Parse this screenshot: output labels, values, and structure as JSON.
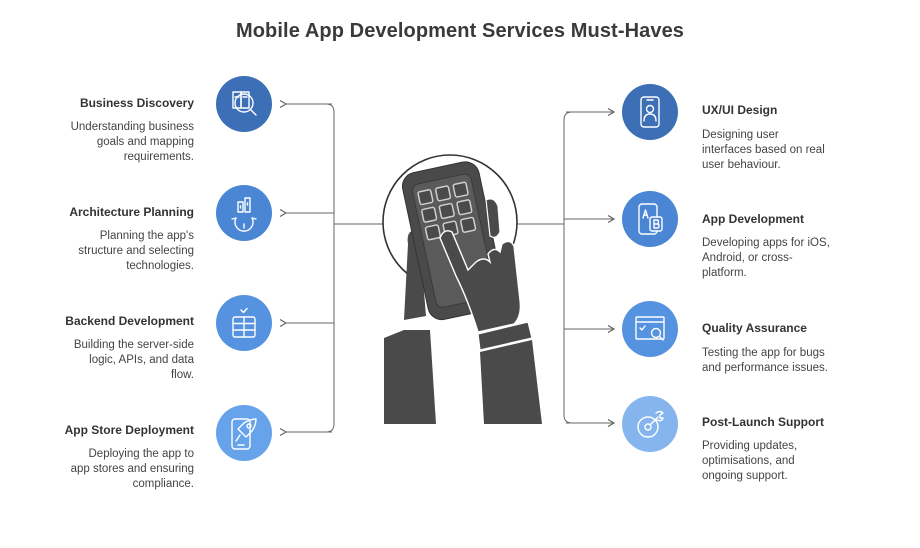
{
  "title": "Mobile App Development Services Must-Haves",
  "left_items": [
    {
      "title": "Business Discovery",
      "desc": [
        "Understanding business",
        "goals and mapping",
        "requirements."
      ],
      "icon": "document-search-icon",
      "color": "#3c6fb6"
    },
    {
      "title": "Architecture Planning",
      "desc": [
        "Planning the app's",
        "structure and selecting",
        "technologies."
      ],
      "icon": "gear-structure-icon",
      "color": "#4a86d4"
    },
    {
      "title": "Backend Development",
      "desc": [
        "Building the server-side",
        "logic, APIs, and data",
        "flow."
      ],
      "icon": "server-database-icon",
      "color": "#5593e0"
    },
    {
      "title": "App Store Deployment",
      "desc": [
        "Deploying the app to",
        "app stores and ensuring",
        "compliance."
      ],
      "icon": "phone-rocket-icon",
      "color": "#67a3ea"
    }
  ],
  "right_items": [
    {
      "title": "UX/UI Design",
      "desc": [
        "Designing user",
        "interfaces based on real",
        "user behaviour."
      ],
      "icon": "phone-user-icon",
      "color": "#3c6fb6"
    },
    {
      "title": "App Development",
      "desc": [
        "Developing apps for iOS,",
        "Android, or cross-",
        "platform."
      ],
      "icon": "phone-ab-icon",
      "color": "#4a86d4"
    },
    {
      "title": "Quality Assurance",
      "desc": [
        "Testing the app for bugs",
        "and performance issues."
      ],
      "icon": "window-search-icon",
      "color": "#5593e0"
    },
    {
      "title": "Post-Launch Support",
      "desc": [
        "Providing updates,",
        "optimisations, and",
        "ongoing support."
      ],
      "icon": "target-wrench-icon",
      "color": "#86b5ee"
    }
  ]
}
